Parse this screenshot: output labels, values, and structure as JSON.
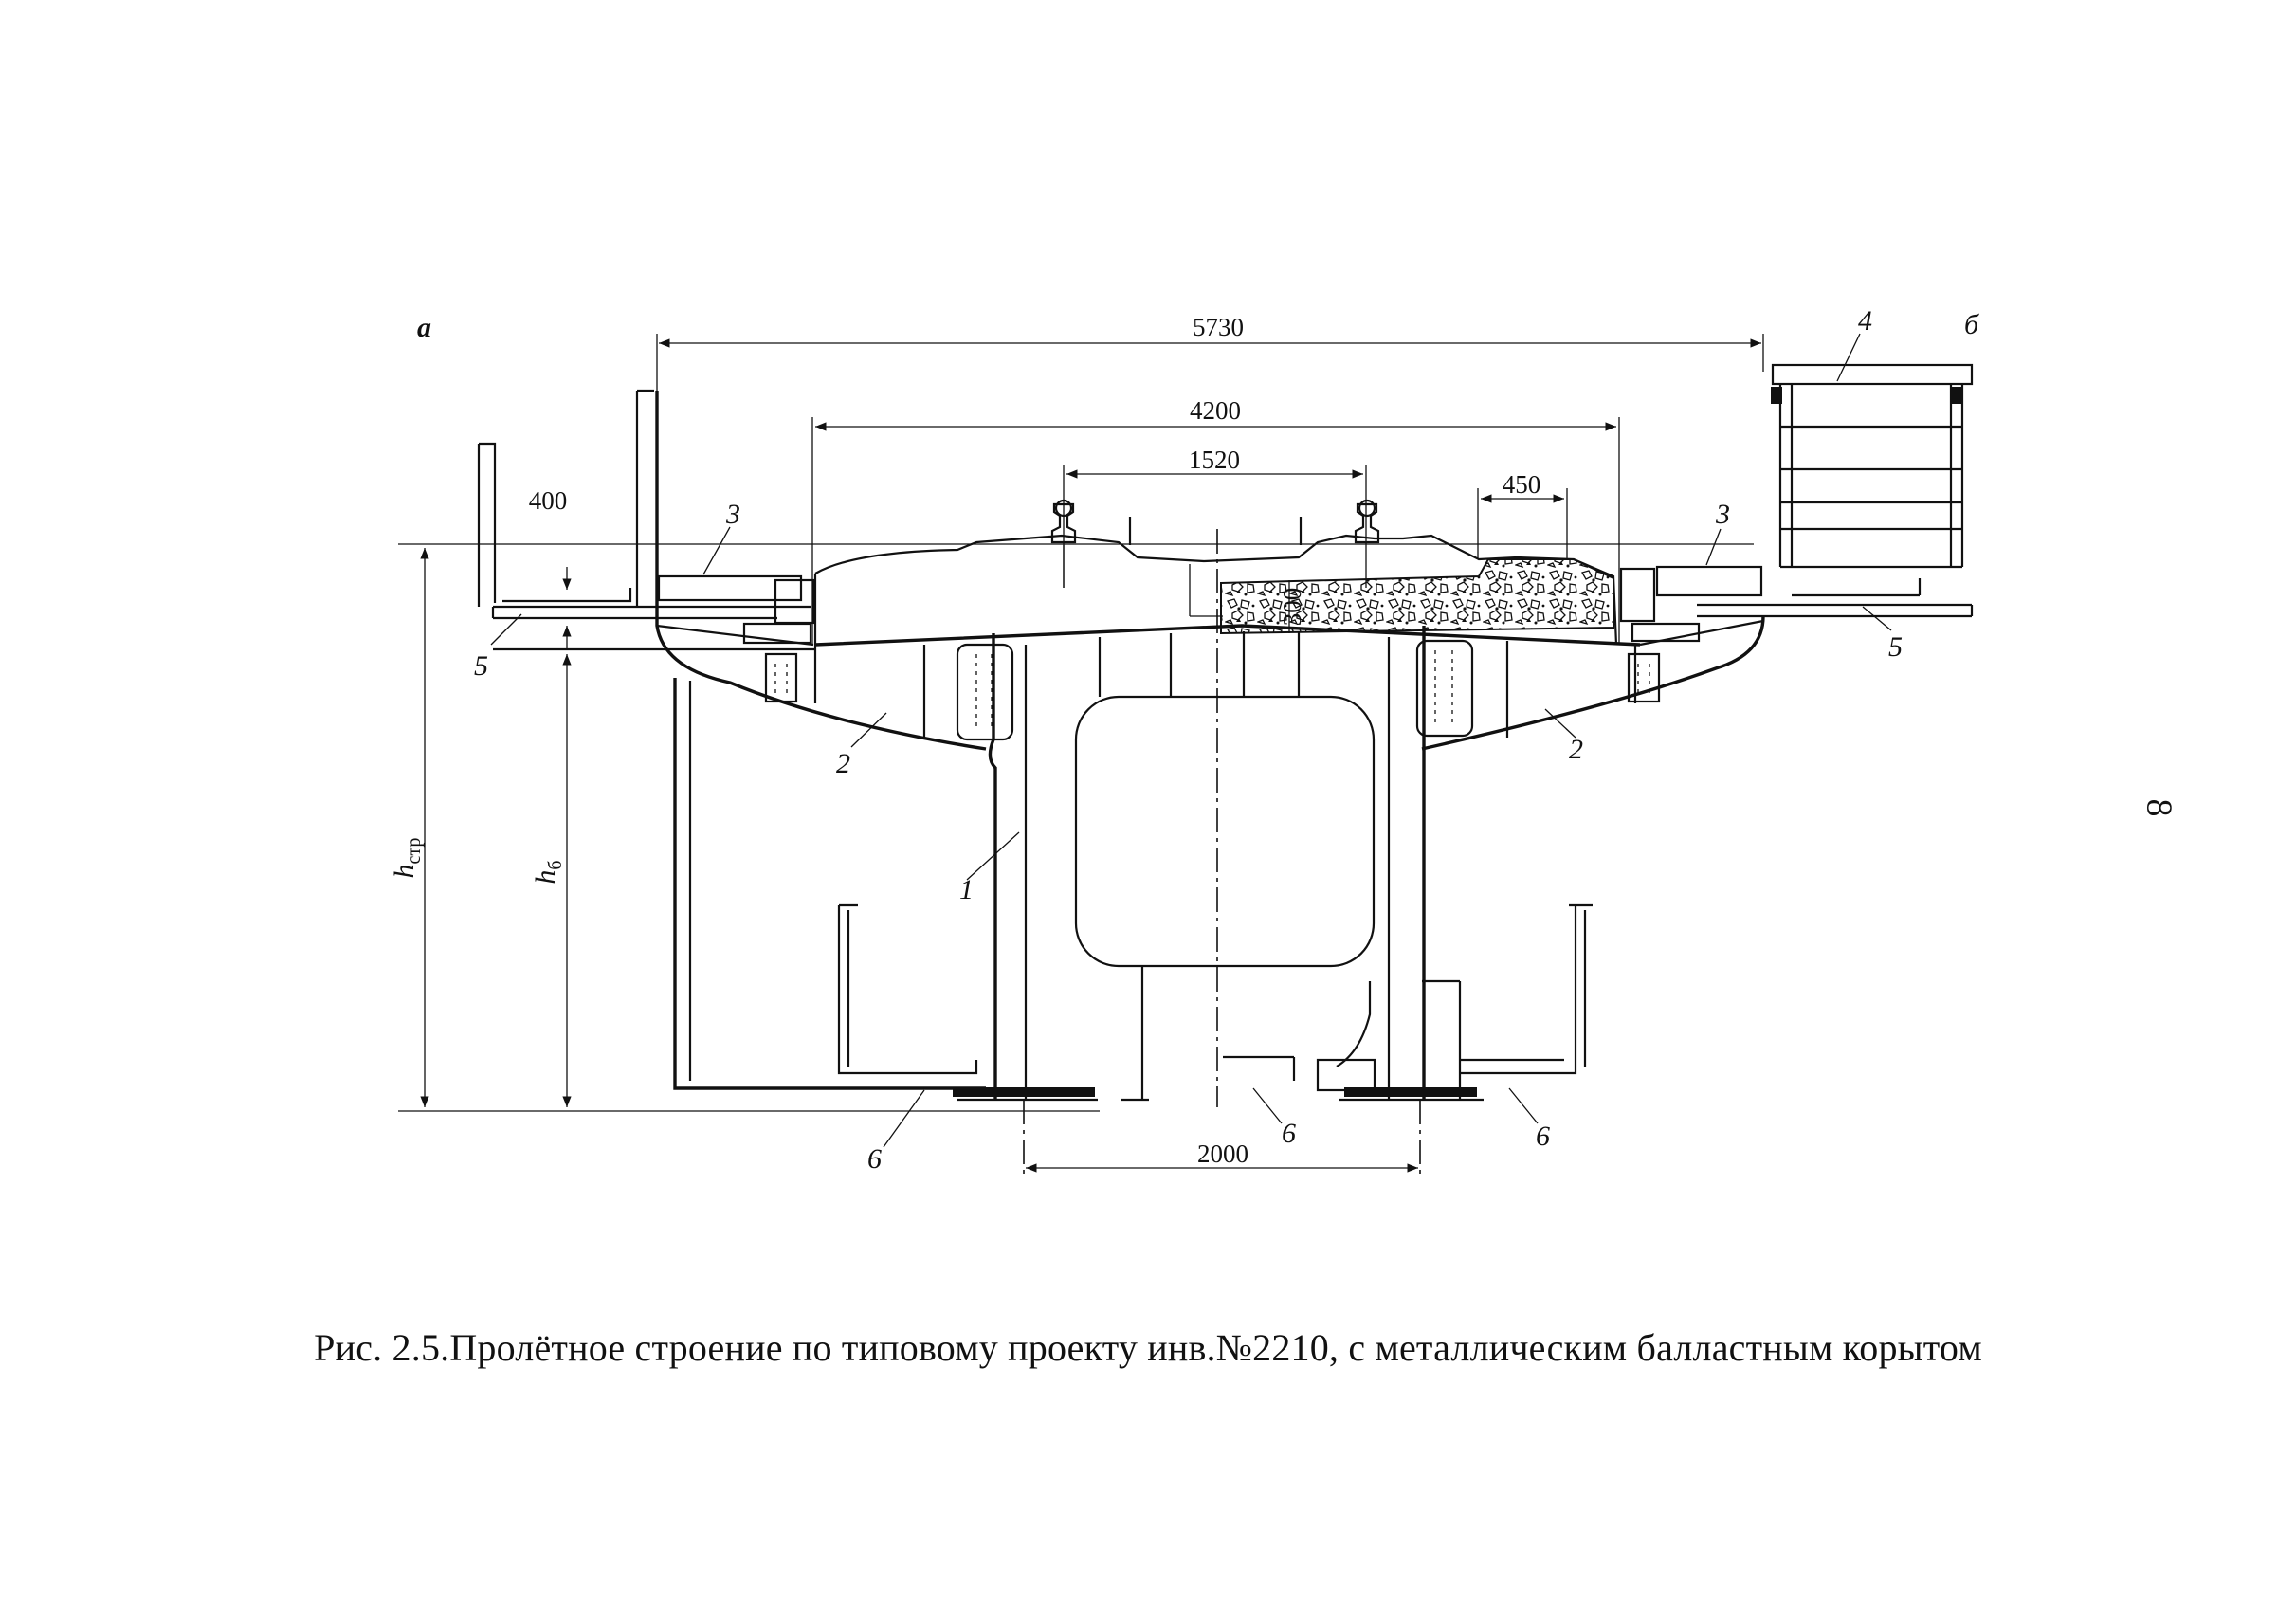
{
  "figure": {
    "panel_a": "a",
    "panel_b": "б",
    "dimensions": {
      "overall_width": "5730",
      "deck_width": "4200",
      "track_gauge": "1520",
      "shoulder": "450",
      "cantilever": "400",
      "ballast_depth": "300",
      "bearing_spacing": "2000"
    },
    "heights": {
      "h_str_main": "h",
      "h_str_sub": "стр",
      "h_b_main": "h",
      "h_b_sub": "б"
    },
    "callouts": {
      "c1": "1",
      "c2_left": "2",
      "c2_right": "2",
      "c3_left": "3",
      "c3_right": "3",
      "c4": "4",
      "c5_left": "5",
      "c5_right": "5",
      "c6_left": "6",
      "c6_mid": "6",
      "c6_right": "6"
    }
  },
  "caption": "Рис. 2.5.Пролётное строение по типовому проекту инв.№2210, с металлическим балластным корытом",
  "page_number": "8"
}
